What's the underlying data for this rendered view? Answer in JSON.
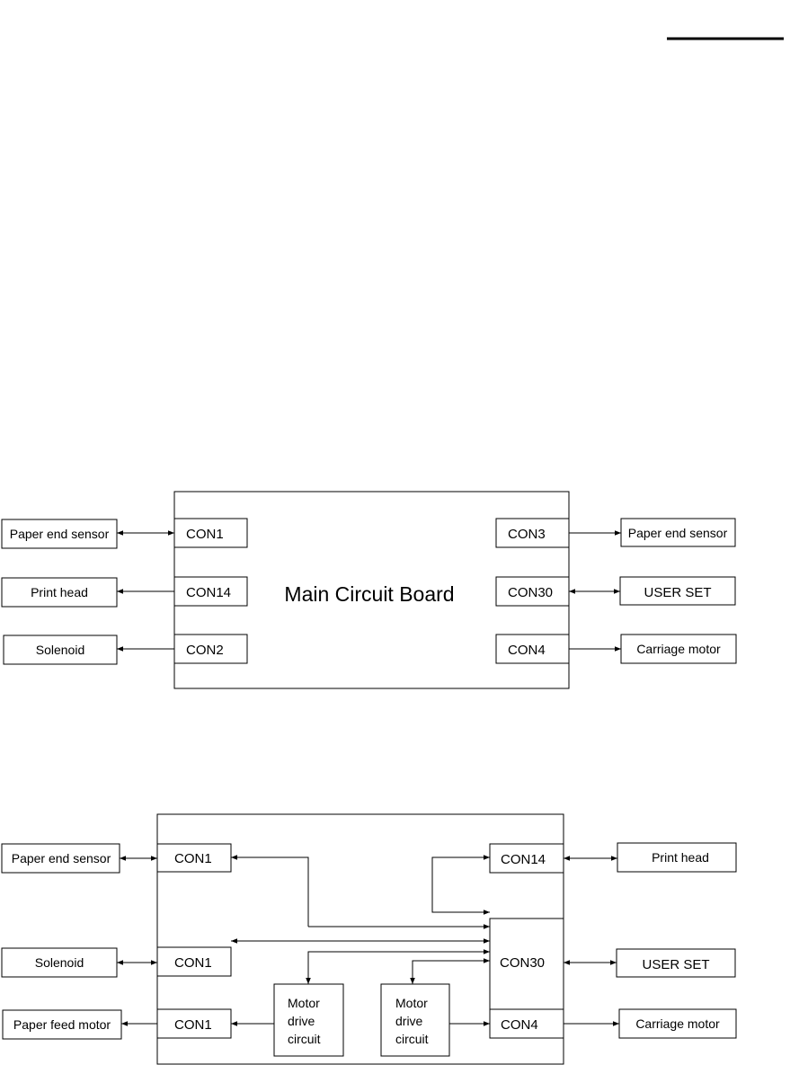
{
  "diagram1": {
    "board_title": "Main Circuit Board",
    "con1": "CON1",
    "con14": "CON14",
    "con2": "CON2",
    "con3": "CON3",
    "con30": "CON30",
    "con4": "CON4",
    "paper_end_sensor_left": "Paper end sensor",
    "print_head": "Print head",
    "solenoid": "Solenoid",
    "paper_end_sensor_right": "Paper end sensor",
    "user_set": "USER SET",
    "carriage_motor": "Carriage motor"
  },
  "diagram2": {
    "con1_top": "CON1",
    "con1_mid": "CON1",
    "con1_bottom": "CON1",
    "con14": "CON14",
    "con30": "CON30",
    "con4": "CON4",
    "motor_drive_1": [
      "Motor",
      "drive",
      "circuit"
    ],
    "motor_drive_2": [
      "Motor",
      "drive",
      "circuit"
    ],
    "paper_end_sensor": "Paper end sensor",
    "solenoid": "Solenoid",
    "paper_feed_motor": "Paper feed motor",
    "print_head": "Print head",
    "user_set": "USER SET",
    "carriage_motor": "Carriage motor"
  }
}
